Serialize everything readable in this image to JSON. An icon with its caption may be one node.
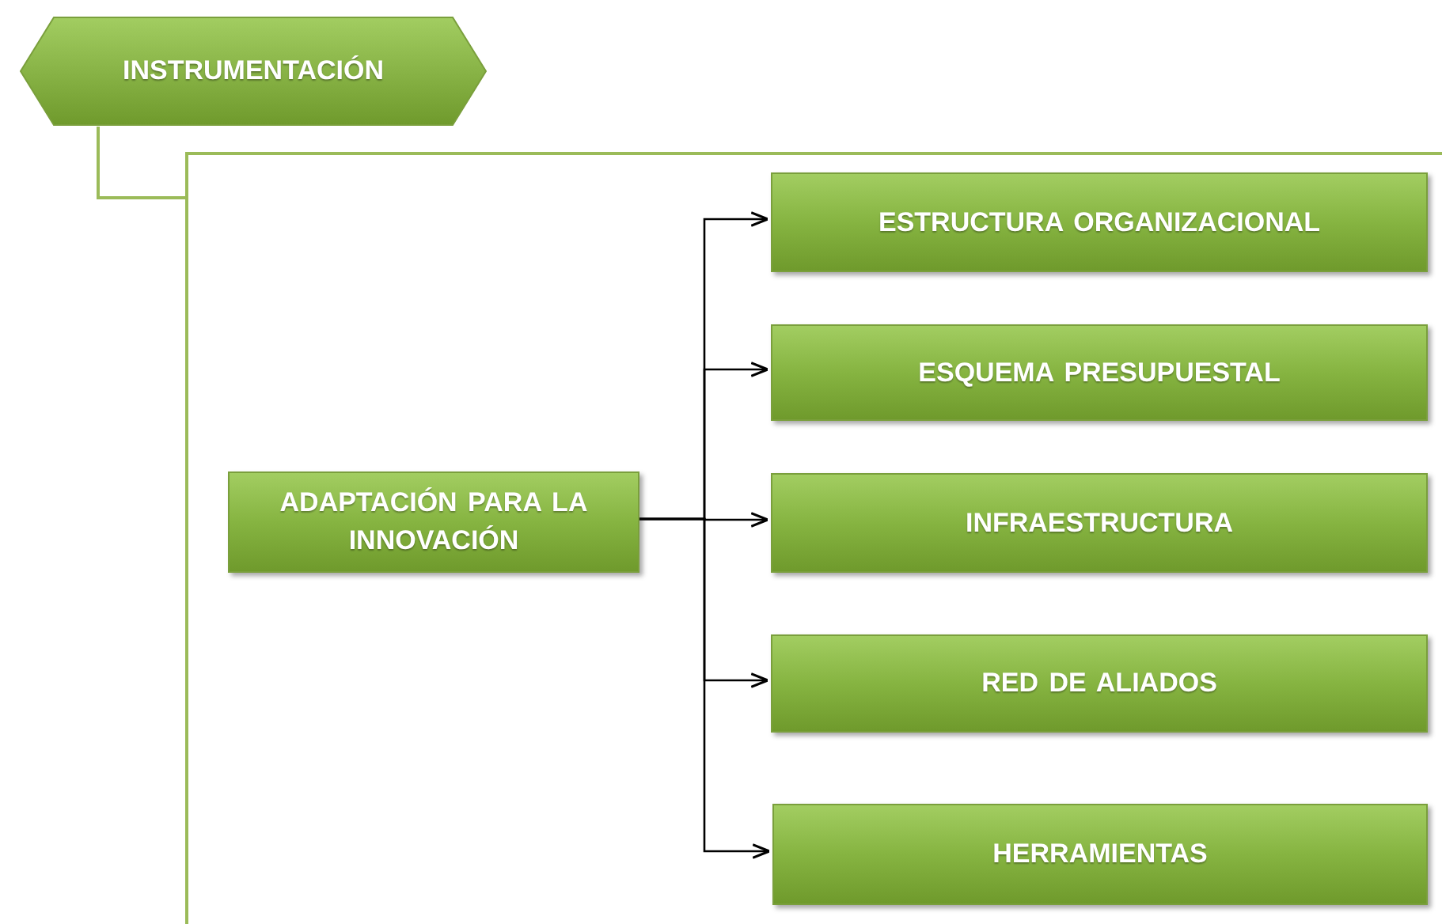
{
  "diagram": {
    "nodes": [
      {
        "text": [
          "INSTRUMENTACIÓN"
        ]
      },
      {
        "text": [],
        "shape": "box"
      },
      {
        "text": [
          "ADAPTACIÓN PARA LA INNOVACIÓN"
        ],
        "in": 1
      },
      {
        "text": [
          "ESTRUCTURA ORGANIZACIONAL"
        ],
        "in": 1
      },
      {
        "text": [
          "ESQUEMA PRESUPUESTAL"
        ],
        "in": 1
      },
      {
        "text": [
          "INFRAESTRUCTURA"
        ],
        "in": 1
      },
      {
        "text": [
          "RED DE ALIADOS"
        ],
        "in": 1
      },
      {
        "text": [
          "HERRAMIENTAS"
        ],
        "in": 1
      }
    ],
    "edges": [
      {
        "from": 0,
        "to": 1,
        "arrow": "none",
        "color": "#9bbb59"
      },
      {
        "from": 2,
        "to": 3,
        "arrow": "to"
      },
      {
        "from": 2,
        "to": 4,
        "arrow": "to"
      },
      {
        "from": 2,
        "to": 5,
        "arrow": "to"
      },
      {
        "from": 2,
        "to": 6,
        "arrow": "to"
      },
      {
        "from": 2,
        "to": 7,
        "arrow": "to"
      }
    ]
  }
}
